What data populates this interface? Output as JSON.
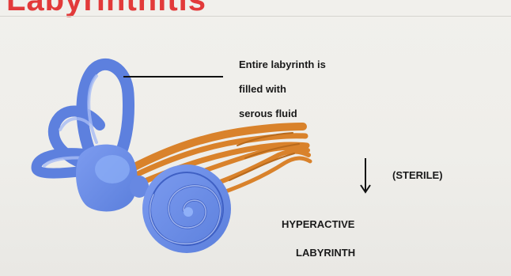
{
  "header": {
    "title": "Labyrinthitis"
  },
  "annotation": {
    "line1": "Entire labyrinth is",
    "line2": "filled with",
    "line3": "serous fluid"
  },
  "side_label": "(STERILE)",
  "outcome": {
    "line1": "HYPERACTIVE",
    "line2": "LABYRINTH"
  },
  "colors": {
    "labyrinth_blue": "#6f8fe6",
    "nerve_orange": "#d9822b",
    "header_red": "#e23a3a"
  },
  "icons": {
    "down_arrow": "down-arrow-icon"
  }
}
